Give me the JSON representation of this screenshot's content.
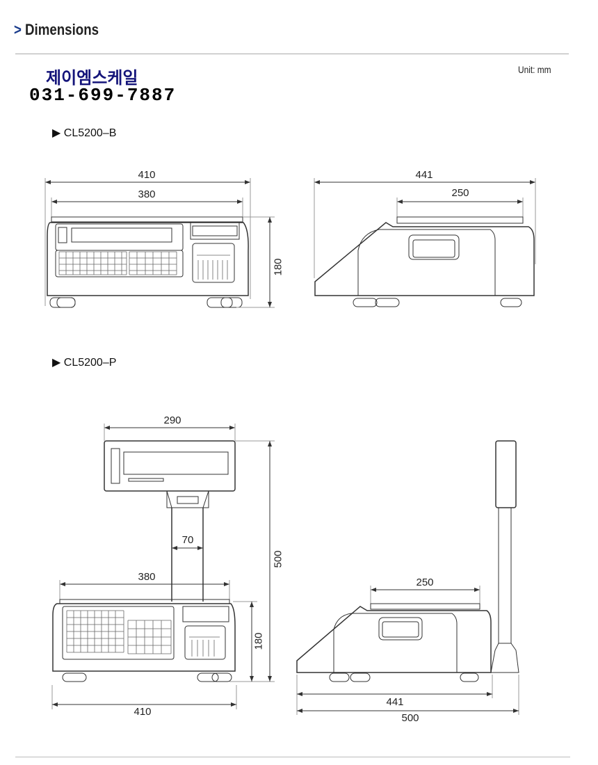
{
  "header": {
    "chevron": ">",
    "title": "Dimensions"
  },
  "company": {
    "name": "제이엠스케일",
    "phone": "031-699-7887"
  },
  "unit_label": "Unit: mm",
  "models": [
    {
      "marker": "▶",
      "name": "CL5200–B",
      "front": {
        "overall_width": "410",
        "platter_width": "380",
        "height": "180"
      },
      "side": {
        "overall_depth": "441",
        "platter_depth": "250"
      }
    },
    {
      "marker": "▶",
      "name": "CL5200–P",
      "front": {
        "display_width": "290",
        "pole_width": "70",
        "platter_width": "380",
        "body_height": "180",
        "total_height": "500",
        "overall_width": "410"
      },
      "side": {
        "platter_depth": "250",
        "body_depth": "441",
        "overall_depth": "500"
      }
    }
  ],
  "colors": {
    "accent": "#1a3c8c",
    "company": "#14147a"
  }
}
